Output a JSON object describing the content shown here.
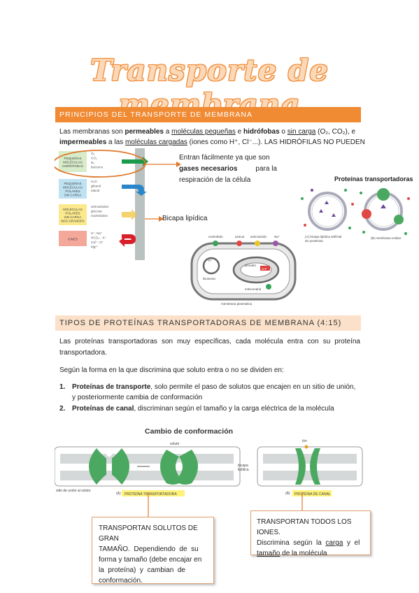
{
  "title": "Transporte de membrana",
  "section1": {
    "heading": "PRINCIPIOS DEL TRANSPORTE DE MEMBRANA",
    "p1": {
      "t1": "Las membranas son ",
      "b1": "permeables",
      "t2": " a ",
      "u1": "moléculas pequeñas",
      "t3": " e ",
      "b2": "hidrófobas",
      "t4": " o ",
      "u2": "sin carga",
      "t5": " (O₂, CO₂), e",
      "b3": "impermeables",
      "t6": " a las ",
      "u3": "moléculas cargadas",
      "t7": " (iones como H⁺, Cl⁻...). LAS HIDRÓFILAS NO PUEDEN"
    },
    "callout": {
      "t1": "Entran fácilmente ya que son",
      "b1": "gases necesarios",
      "t2": " para la",
      "t3": "respiración de la célula"
    },
    "bicapa_label": "Bicapa lipídica",
    "proteinas_label": "Proteínas transportadoras",
    "figure_left": {
      "rows": [
        {
          "label": [
            "PEQUEÑAS",
            "MOLÉCULAS",
            "HIDRÓFOBAS"
          ],
          "items": [
            "O₂",
            "CO₂",
            "N₂",
            "benceno"
          ],
          "color": "#d7ecc9",
          "arrow": "#1a9a4a"
        },
        {
          "label": [
            "PEQUEÑAS",
            "MOLÉCULAS",
            "POLARES",
            "SIN CARGA"
          ],
          "items": [
            "H₂O",
            "glicerol",
            "etanol"
          ],
          "color": "#bfe2f3",
          "arrow": "#2a86c8"
        },
        {
          "label": [
            "MOLÉCULAS",
            "POLARES",
            "SIN CARGA",
            "MÁS GRANDES"
          ],
          "items": [
            "aminoácidos",
            "glucosa",
            "nucleósidos"
          ],
          "color": "#fbe98c",
          "arrow": "#f0c030"
        },
        {
          "label": [
            "IONES"
          ],
          "items": [
            "H⁺, Na⁺",
            "HCO₃⁻, K⁺",
            "Ca²⁺, Cl⁻",
            "Mg²⁺"
          ],
          "color": "#f4a89a",
          "arrow": "#d8202a"
        }
      ]
    },
    "figure_cell": {
      "labels": [
        "nucleótido",
        "azúcar",
        "aminoácido",
        "Na⁺",
        "H⁺",
        "piruvato",
        "ATP",
        "lisosoma",
        "mitocondria",
        "membrana plasmática"
      ]
    },
    "figure_vesicles": {
      "caption_a": [
        "(A) bicapa lipídica artificial",
        "sin proteínas"
      ],
      "caption_b": "(B) membrana celular"
    }
  },
  "section2": {
    "heading": "TIPOS DE PROTEÍNAS TRANSPORTADORAS DE MEMBRANA (4:15)",
    "p1": "Las proteínas transportadoras son muy específicas, cada molécula entra con su proteína transportadora.",
    "p2": "Según la forma en la que discrimina que soluto entra o no se dividen en:",
    "list": [
      {
        "num": "1.",
        "bold": "Proteínas de transporte",
        "rest": ", solo permite el paso de solutos que encajen en un sitio de unión,",
        "cont": "y posteriormente cambia de conformación"
      },
      {
        "num": "2.",
        "bold": "Proteínas de canal",
        "rest": ", discriminan según el tamaño y la carga eléctrica de la molécula",
        "cont": ""
      }
    ],
    "figure": {
      "title": "Cambio de conformación",
      "soluto": "soluto",
      "sitio": "sitio de unión al soluto",
      "bicapa": [
        "bicapa",
        "lipídica"
      ],
      "ion": "ión",
      "caption_a_prefix": "(A)",
      "caption_a": "PROTEÍNA TRANSPORTADORA",
      "caption_b_prefix": "(B)",
      "caption_b": "PROTEÍNA DE CANAL"
    },
    "box_left": {
      "l1": "TRANSPORTAN SOLUTOS DE GRAN",
      "l2": "TAMAÑO.  Dependiendo  de  su",
      "l3": "forma y tamaño (debe encajar en",
      "l4": "la  proteína)  y  cambian  de",
      "l5": "conformación."
    },
    "box_right": {
      "l1": "TRANSPORTAN TODOS LOS IONES.",
      "t1": "Discrimina  según  la  ",
      "u1": "carga",
      "t2": "  y  el",
      "u2": "tamaño",
      "t3": " de la molécula"
    }
  },
  "colors": {
    "accent": "#f08a33",
    "accent_light": "#fbe1ca",
    "highlight": "#fff27a"
  }
}
